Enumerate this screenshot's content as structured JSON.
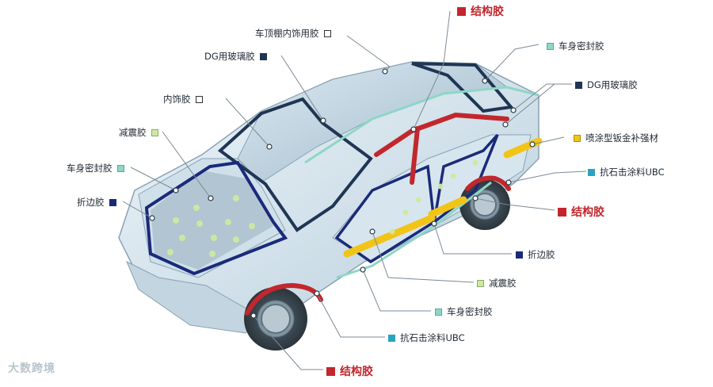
{
  "colors": {
    "structural": "#c1272d",
    "body_seal": "#8fd6c6",
    "glass": "#1f3553",
    "headliner": "#ffffff",
    "interior": "#ffffff",
    "damping": "#cfe9a0",
    "hem": "#1a2a7a",
    "spray": "#f2c418",
    "ubc": "#2aa3c0"
  },
  "labels": {
    "headliner": "车顶棚内饰用胶",
    "glass_left": "DG用玻璃胶",
    "interior": "内饰胶",
    "damping_left": "减震胶",
    "seal_left": "车身密封胶",
    "hem_left": "折边胶",
    "structural_top": "结构胶",
    "seal_right": "车身密封胶",
    "glass_right": "DG用玻璃胶",
    "spray": "喷涂型钣金补强材",
    "ubc_right": "抗石击涂料UBC",
    "structural_right": "结构胶",
    "hem_right": "折边胶",
    "damping_bottom": "减震胶",
    "seal_bottom": "车身密封胶",
    "ubc_bottom": "抗石击涂料UBC",
    "structural_bottom": "结构胶"
  },
  "watermark": "大数跨境"
}
